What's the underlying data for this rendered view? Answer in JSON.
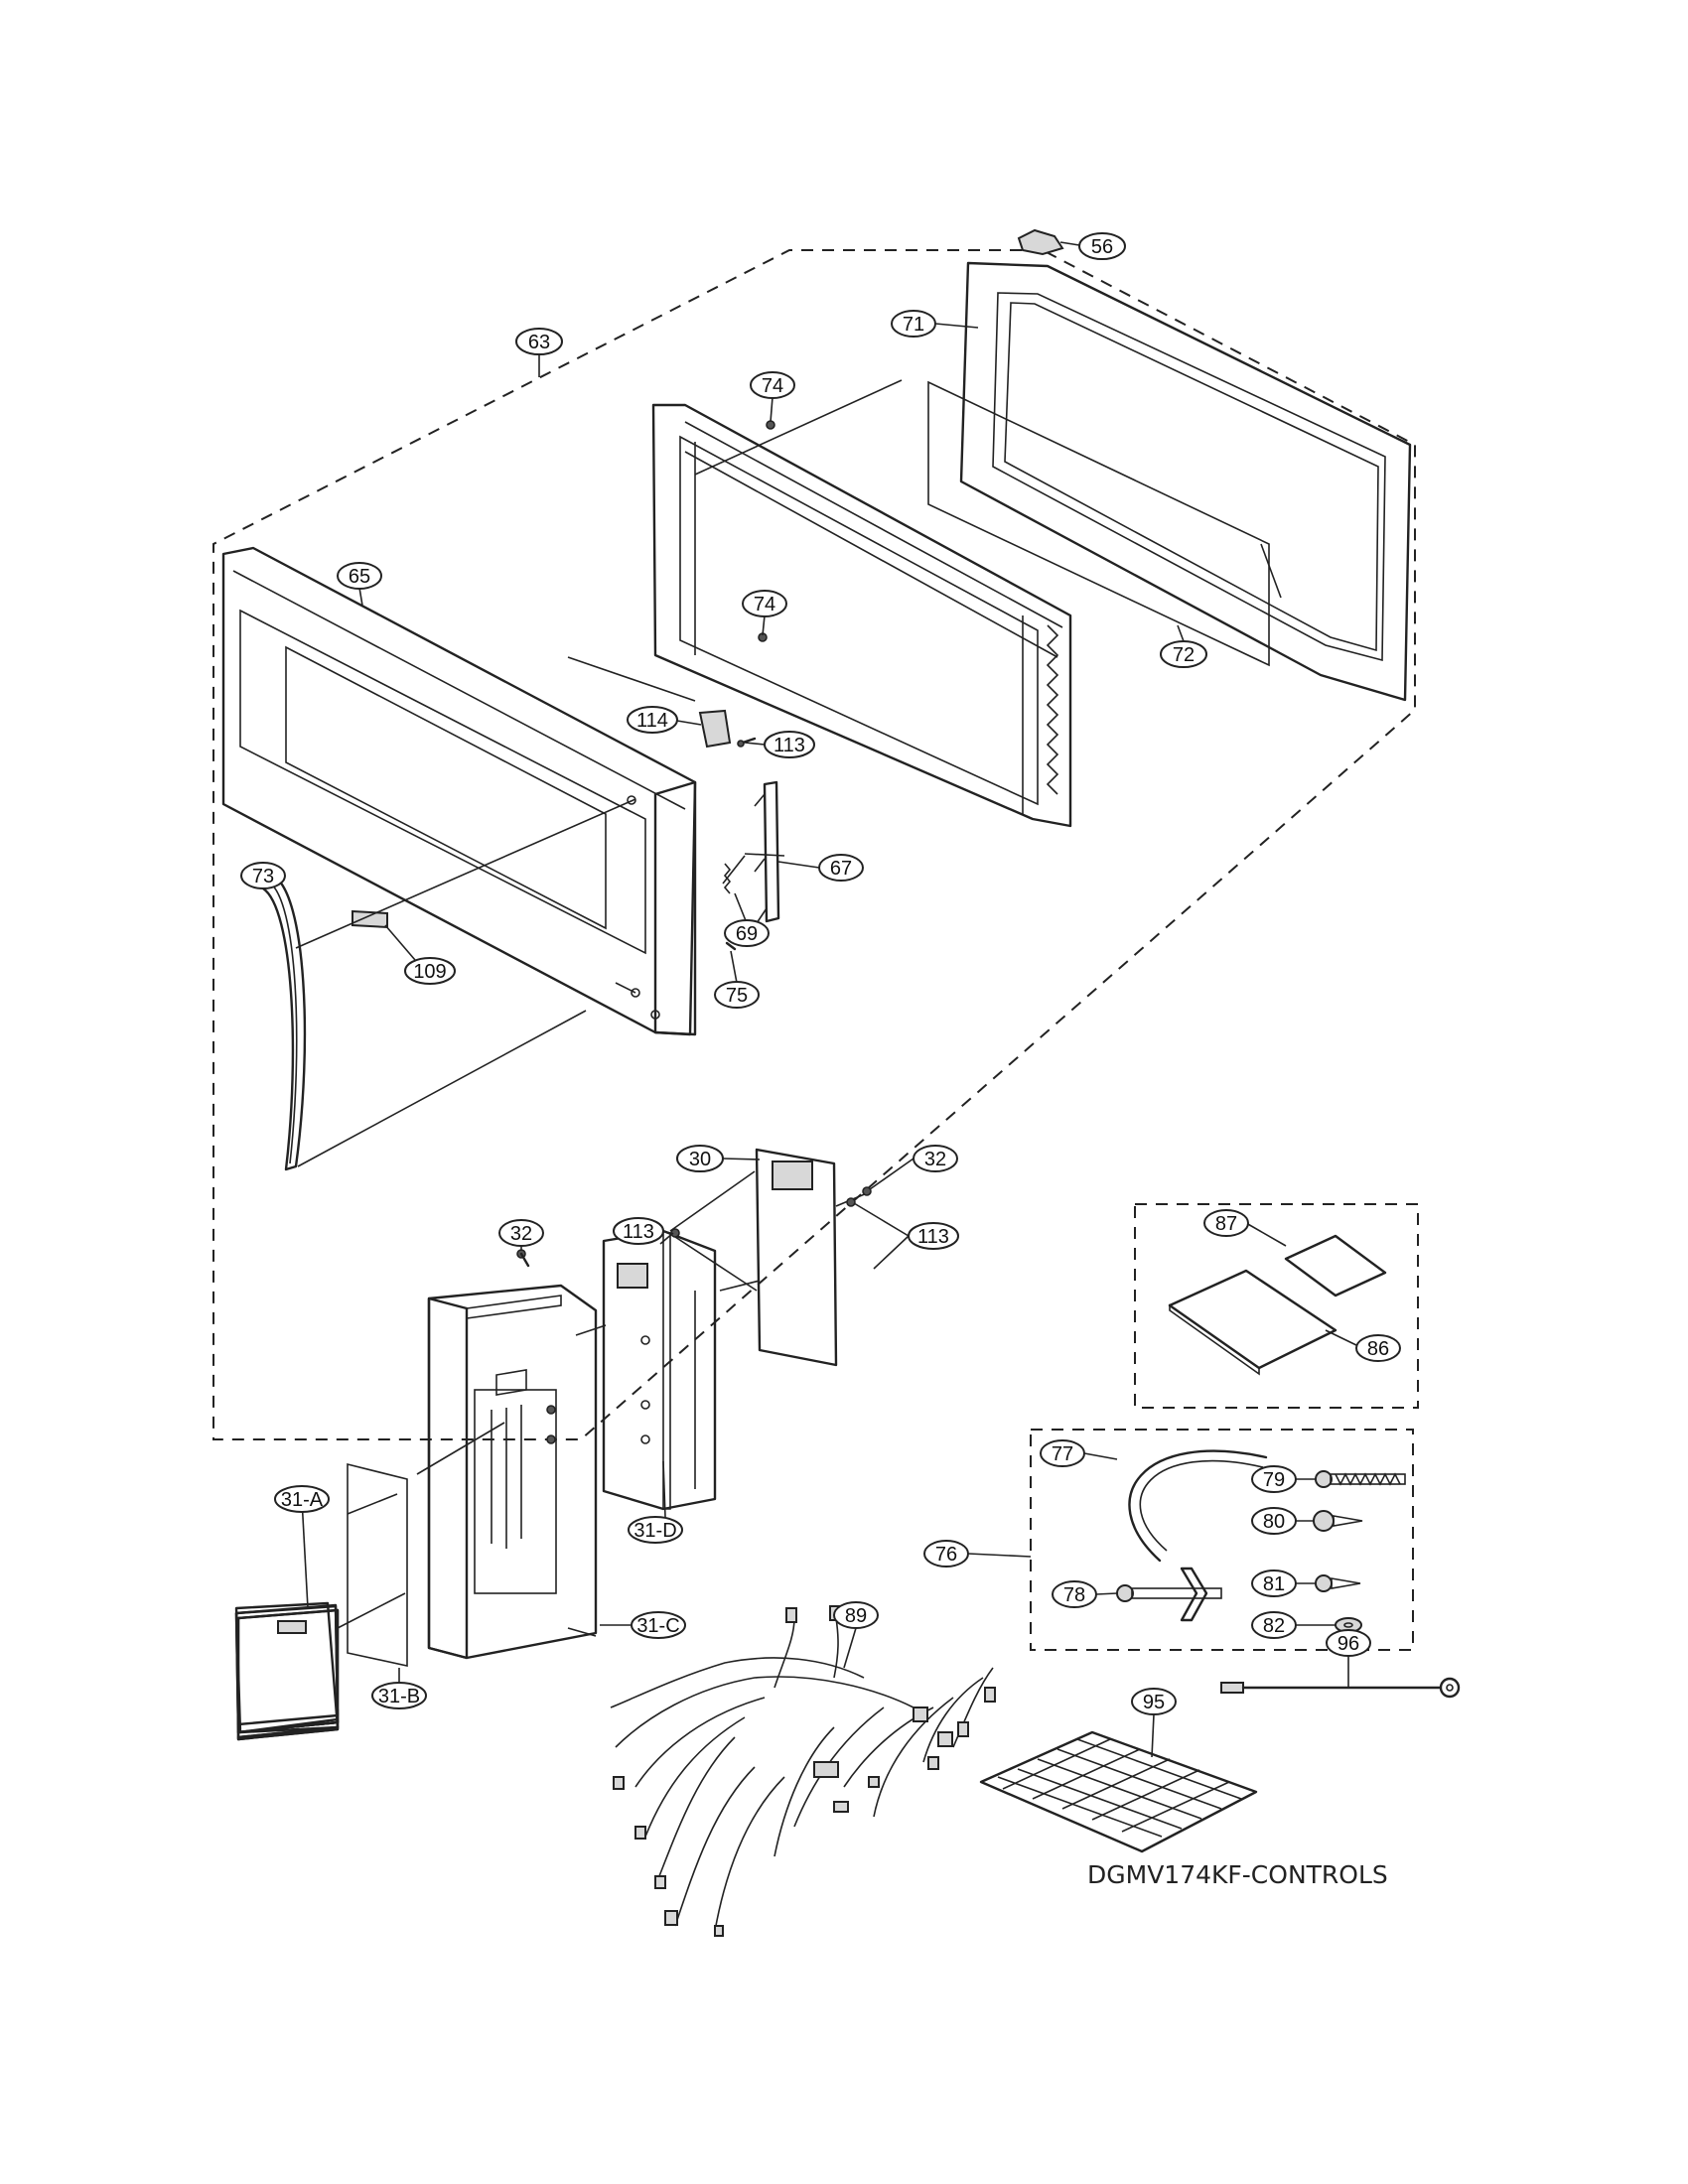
{
  "diagram": {
    "model_caption": "DGMV174KF-CONTROLS",
    "callouts": {
      "c56": "56",
      "c71": "71",
      "c63": "63",
      "c74a": "74",
      "c74b": "74",
      "c65": "65",
      "c72": "72",
      "c114": "114",
      "c113a": "113",
      "c67": "67",
      "c73": "73",
      "c69": "69",
      "c109": "109",
      "c75": "75",
      "c30": "30",
      "c32a": "32",
      "c32b": "32",
      "c113b": "113",
      "c113c": "113",
      "c31A": "31-A",
      "c31B": "31-B",
      "c31C": "31-C",
      "c31D": "31-D",
      "c87": "87",
      "c86": "86",
      "c77": "77",
      "c79": "79",
      "c80": "80",
      "c76": "76",
      "c78": "78",
      "c81": "81",
      "c82": "82",
      "c89": "89",
      "c96": "96",
      "c95": "95"
    }
  }
}
